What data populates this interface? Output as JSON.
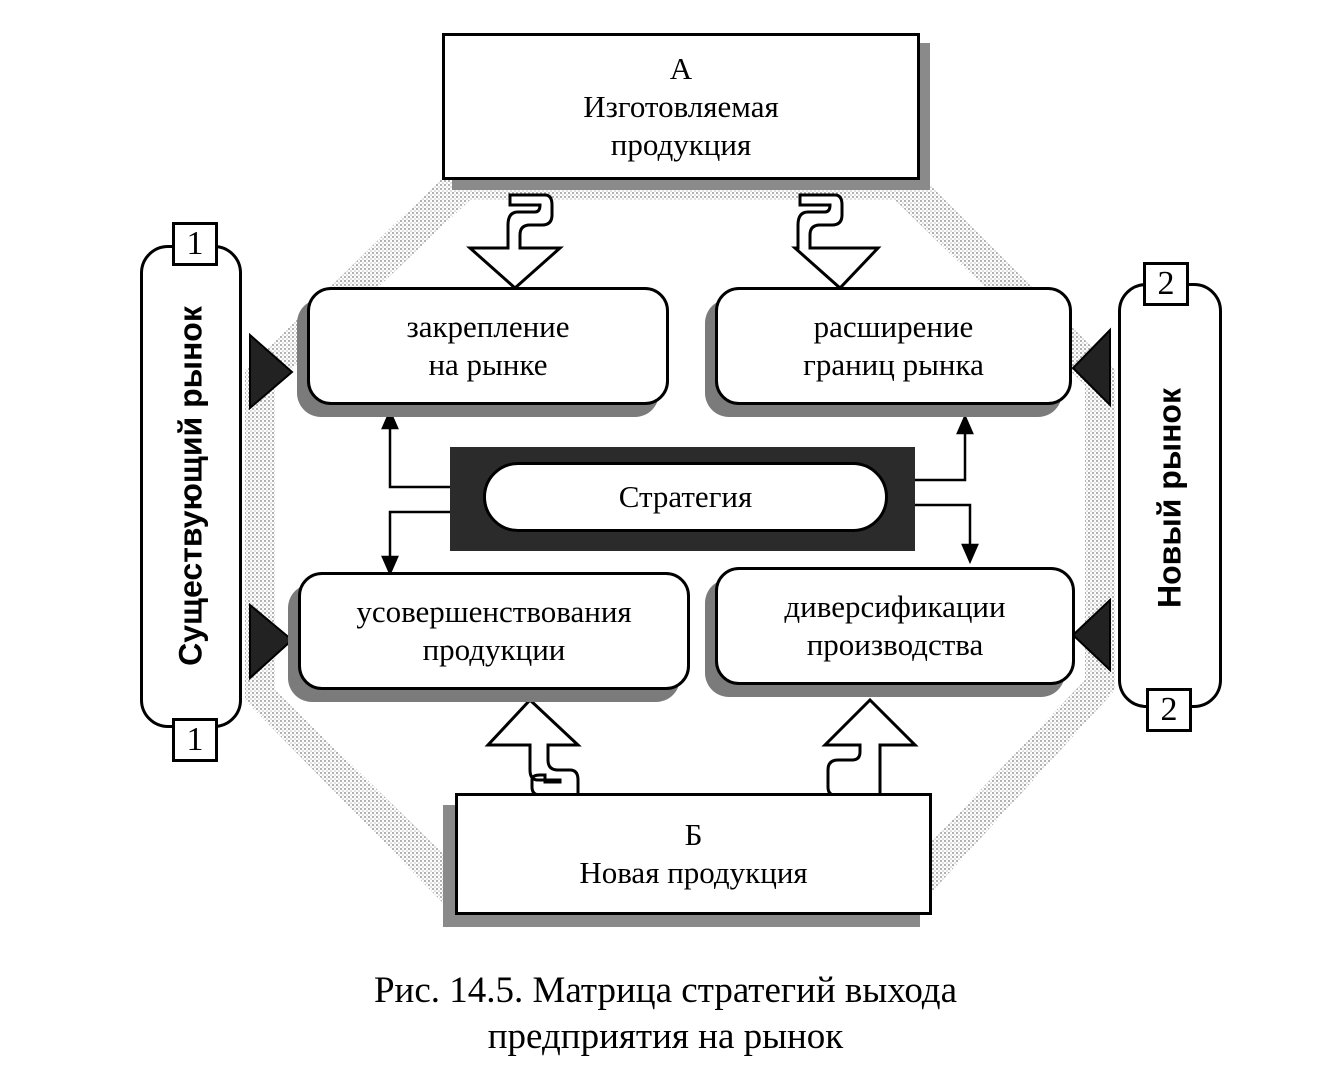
{
  "top_box": {
    "letter": "А",
    "line1": "Изготовляемая",
    "line2": "продукция"
  },
  "bottom_box": {
    "letter": "Б",
    "line1": "Новая продукция"
  },
  "quadrants": {
    "top_left": {
      "line1": "закрепление",
      "line2": "на рынке"
    },
    "top_right": {
      "line1": "расширение",
      "line2": "границ рынка"
    },
    "bottom_left": {
      "line1": "усовершенствования",
      "line2": "продукции"
    },
    "bottom_right": {
      "line1": "диверсификации",
      "line2": "производства"
    }
  },
  "center": {
    "label": "Стратегия"
  },
  "left_market": {
    "label": "Существующий рынок",
    "number_top": "1",
    "number_bottom": "1"
  },
  "right_market": {
    "label": "Новый рынок",
    "number_top": "2",
    "number_bottom": "2"
  },
  "caption": {
    "line1": "Рис. 14.5. Матрица стратегий выхода",
    "line2": "предприятия на рынок"
  }
}
